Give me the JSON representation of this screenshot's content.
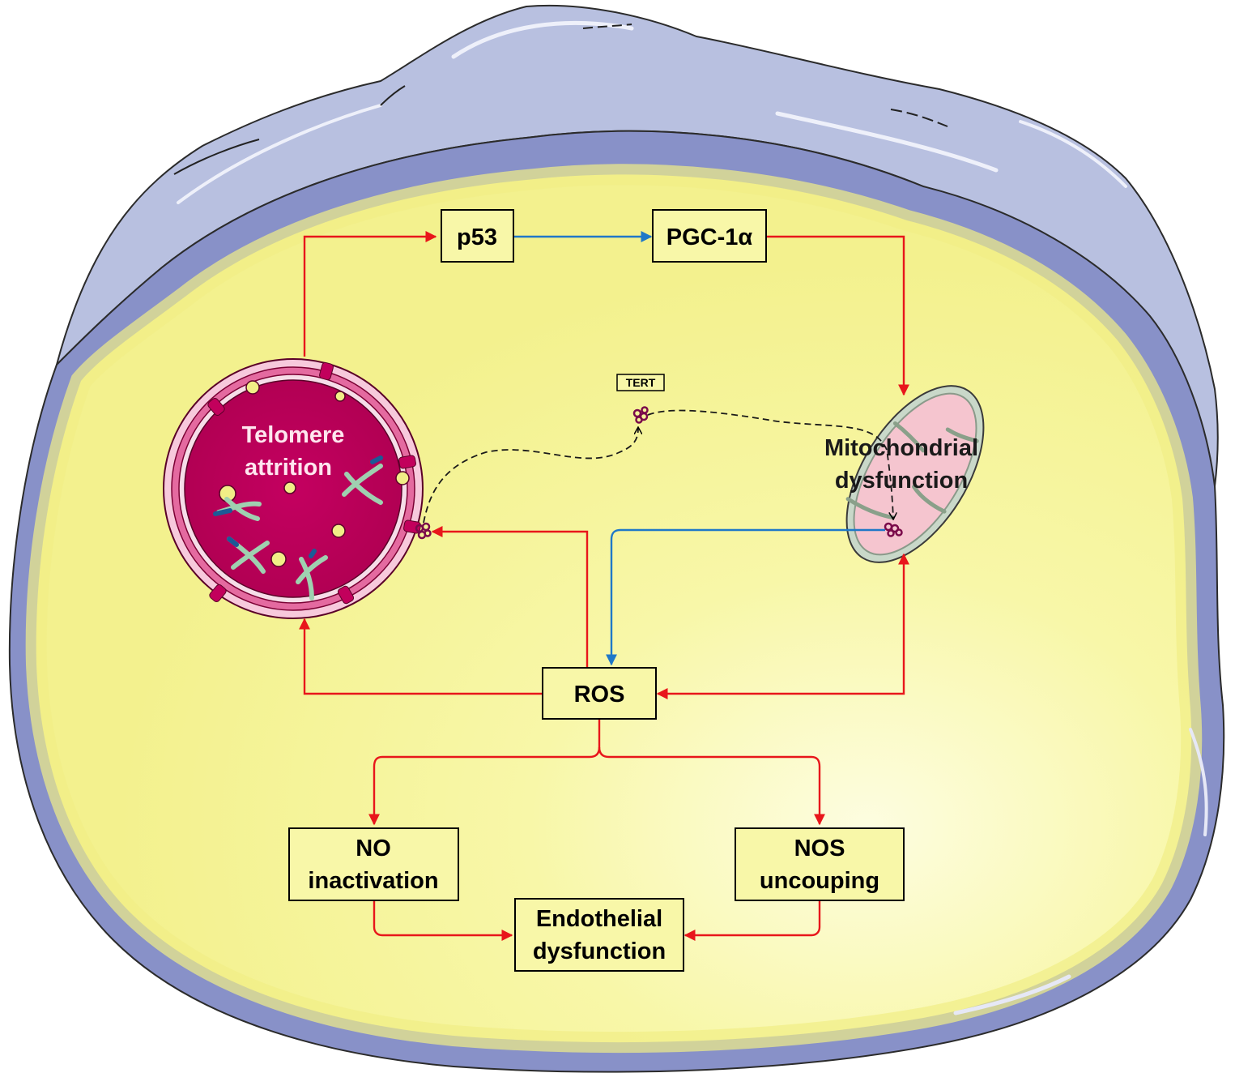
{
  "colors": {
    "activation_arrow": "#e8161b",
    "inhibition_arrow": "#1f78c8",
    "cell_membrane": "#8891c8",
    "cell_top": "#b8c0e0",
    "cytoplasm": "#f6f59a",
    "nucleus": "#c2005c",
    "nucleus_label": "#ffe6ef",
    "mitochondrion": "#f5c5cf",
    "box_fill": "#f8f7a8"
  },
  "labels": {
    "p53": "p53",
    "pgc1a": "PGC-1α",
    "tert": "TERT",
    "telomere_line1": "Telomere",
    "telomere_line2": "attrition",
    "mito_line1": "Mitochondrial",
    "mito_line2": "dysfunction",
    "ros": "ROS",
    "no_line1": "NO",
    "no_line2": "inactivation",
    "nos_line1": "NOS",
    "nos_line2": "uncouping",
    "endo_line1": "Endothelial",
    "endo_line2": "dysfunction"
  },
  "icons": [
    "cell",
    "nucleus-icon",
    "chromosome-icon",
    "mitochondrion-icon",
    "tert-protein-icon"
  ]
}
